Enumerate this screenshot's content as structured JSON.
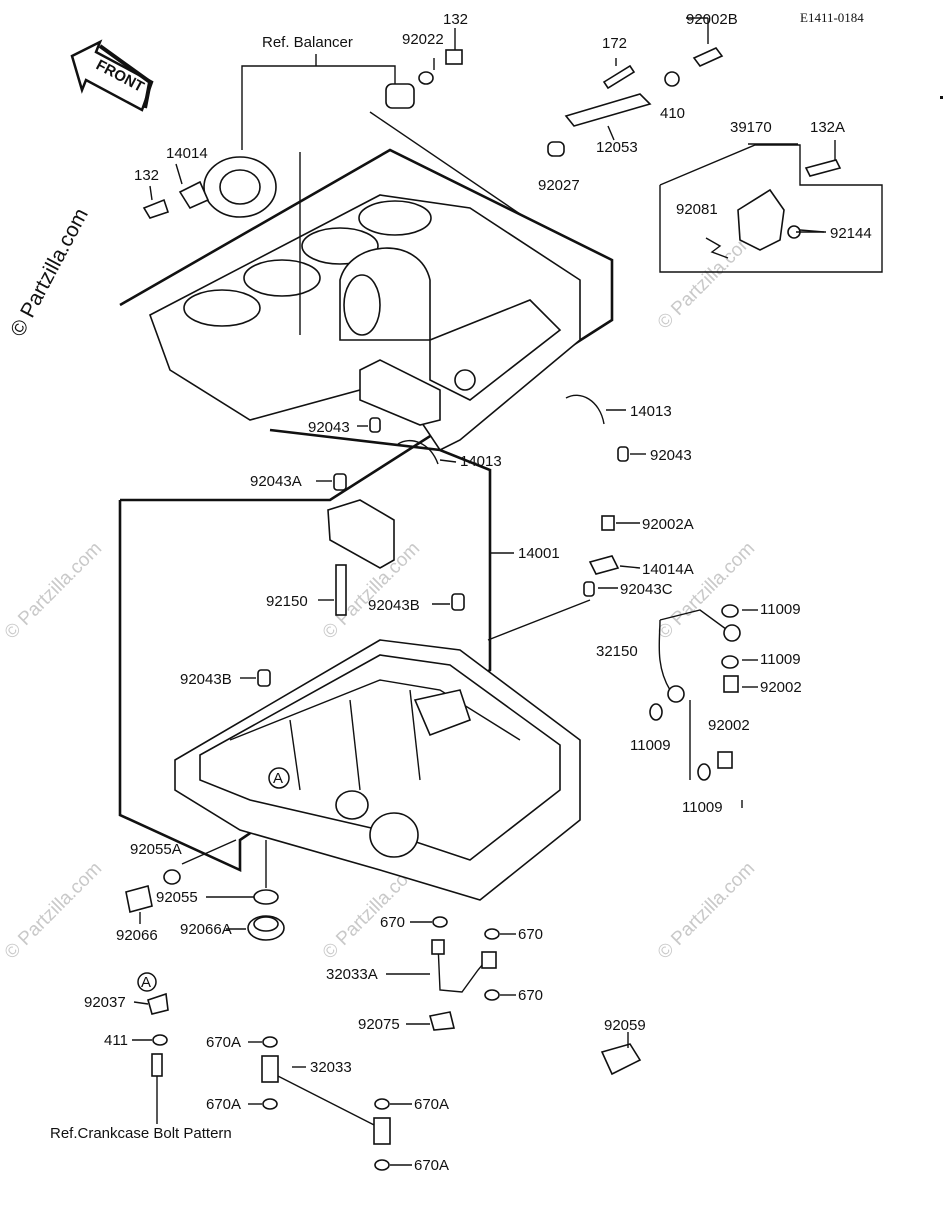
{
  "diagram": {
    "code": "E1411-0184",
    "watermark": "© Partzilla.com",
    "front_label": "FRONT",
    "ref_balancer": "Ref. Balancer",
    "ref_bolt_pattern": "Ref.Crankcase Bolt Pattern",
    "marker_a": "A",
    "labels": {
      "p132_top": "132",
      "p92022": "92022",
      "p172": "172",
      "p92002B": "92002B",
      "p410": "410",
      "p12053": "12053",
      "p92027": "92027",
      "p39170": "39170",
      "p132A": "132A",
      "p92081": "92081",
      "p92144": "92144",
      "p14014": "14014",
      "p132_left": "132",
      "p14013_right": "14013",
      "p92043_left": "92043",
      "p14013_mid": "14013",
      "p92043_right": "92043",
      "p92043A": "92043A",
      "p14001": "14001",
      "p92002A": "92002A",
      "p14014A": "14014A",
      "p92043C": "92043C",
      "p92150": "92150",
      "p92043B_mid": "92043B",
      "p11009_a": "11009",
      "p32150": "32150",
      "p11009_b": "11009",
      "p92002_a": "92002",
      "p92043B_left": "92043B",
      "p11009_c": "11009",
      "p92002_b": "92002",
      "p11009_d": "11009",
      "p92055A": "92055A",
      "p92055": "92055",
      "p92066": "92066",
      "p92066A": "92066A",
      "p670_a": "670",
      "p670_b": "670",
      "p32033A": "32033A",
      "p670_c": "670",
      "p92075": "92075",
      "p92037": "92037",
      "p411": "411",
      "p670A_a": "670A",
      "p32033": "32033",
      "p670A_b": "670A",
      "p670A_c": "670A",
      "p670A_d": "670A",
      "p92059": "92059"
    }
  }
}
